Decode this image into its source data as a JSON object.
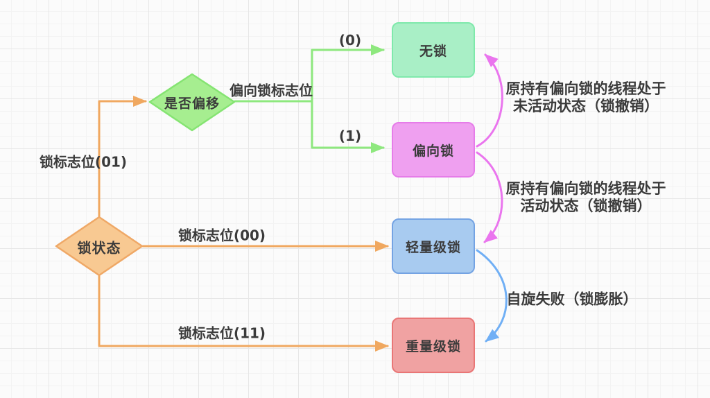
{
  "diagram": {
    "title_hint": "Java lock state escalation flowchart",
    "nodes": {
      "lock_state": {
        "label": "锁状态",
        "fill": "#f8c992",
        "border": "#efa866",
        "shape": "diamond"
      },
      "is_biased": {
        "label": "是否偏移",
        "fill": "#a6ee90",
        "border": "#85e472",
        "shape": "diamond"
      },
      "no_lock": {
        "label": "无锁",
        "fill": "#a9efc6",
        "border": "#7fe9ab",
        "shape": "rounded-rect"
      },
      "biased_lock": {
        "label": "偏向锁",
        "fill": "#efa0f0",
        "border": "#e67ce9",
        "shape": "rounded-rect"
      },
      "lightweight_lock": {
        "label": "轻量级锁",
        "fill": "#a8cbf0",
        "border": "#74a3e3",
        "shape": "rounded-rect"
      },
      "heavyweight_lock": {
        "label": "重量级锁",
        "fill": "#f0a2a2",
        "border": "#e97676",
        "shape": "rounded-rect"
      }
    },
    "edges": {
      "flag_01": {
        "label": "锁标志位(01)",
        "from": "lock_state",
        "to": "is_biased",
        "color": "#f0a860"
      },
      "flag_00": {
        "label": "锁标志位(00)",
        "from": "lock_state",
        "to": "lightweight_lock",
        "color": "#f0a860"
      },
      "flag_11": {
        "label": "锁标志位(11)",
        "from": "lock_state",
        "to": "heavyweight_lock",
        "color": "#f0a860"
      },
      "biased_flag": {
        "label": "偏向锁标志位",
        "from": "is_biased",
        "to": "branch",
        "color": "#8ee87e"
      },
      "branch_0": {
        "label": "(0)",
        "from": "is_biased",
        "to": "no_lock",
        "color": "#8ee87e"
      },
      "branch_1": {
        "label": "(1)",
        "from": "is_biased",
        "to": "biased_lock",
        "color": "#8ee87e"
      },
      "revoke_inactive": {
        "line1": "原持有偏向锁的线程处于",
        "line2": "未活动状态（锁撤销）",
        "from": "biased_lock",
        "to": "no_lock",
        "color": "#ea75ee"
      },
      "revoke_active": {
        "line1": "原持有偏向锁的线程处于",
        "line2": "活动状态（锁撤销）",
        "from": "biased_lock",
        "to": "lightweight_lock",
        "color": "#ea75ee"
      },
      "spin_fail": {
        "label": "自旋失败（锁膨胀）",
        "from": "lightweight_lock",
        "to": "heavyweight_lock",
        "color": "#70aff5"
      }
    },
    "colors": {
      "background": "#fbfbfb",
      "grid_minor": "#f3f3f3",
      "grid_major": "#e7e7e7",
      "text": "#3b3b3b"
    }
  }
}
